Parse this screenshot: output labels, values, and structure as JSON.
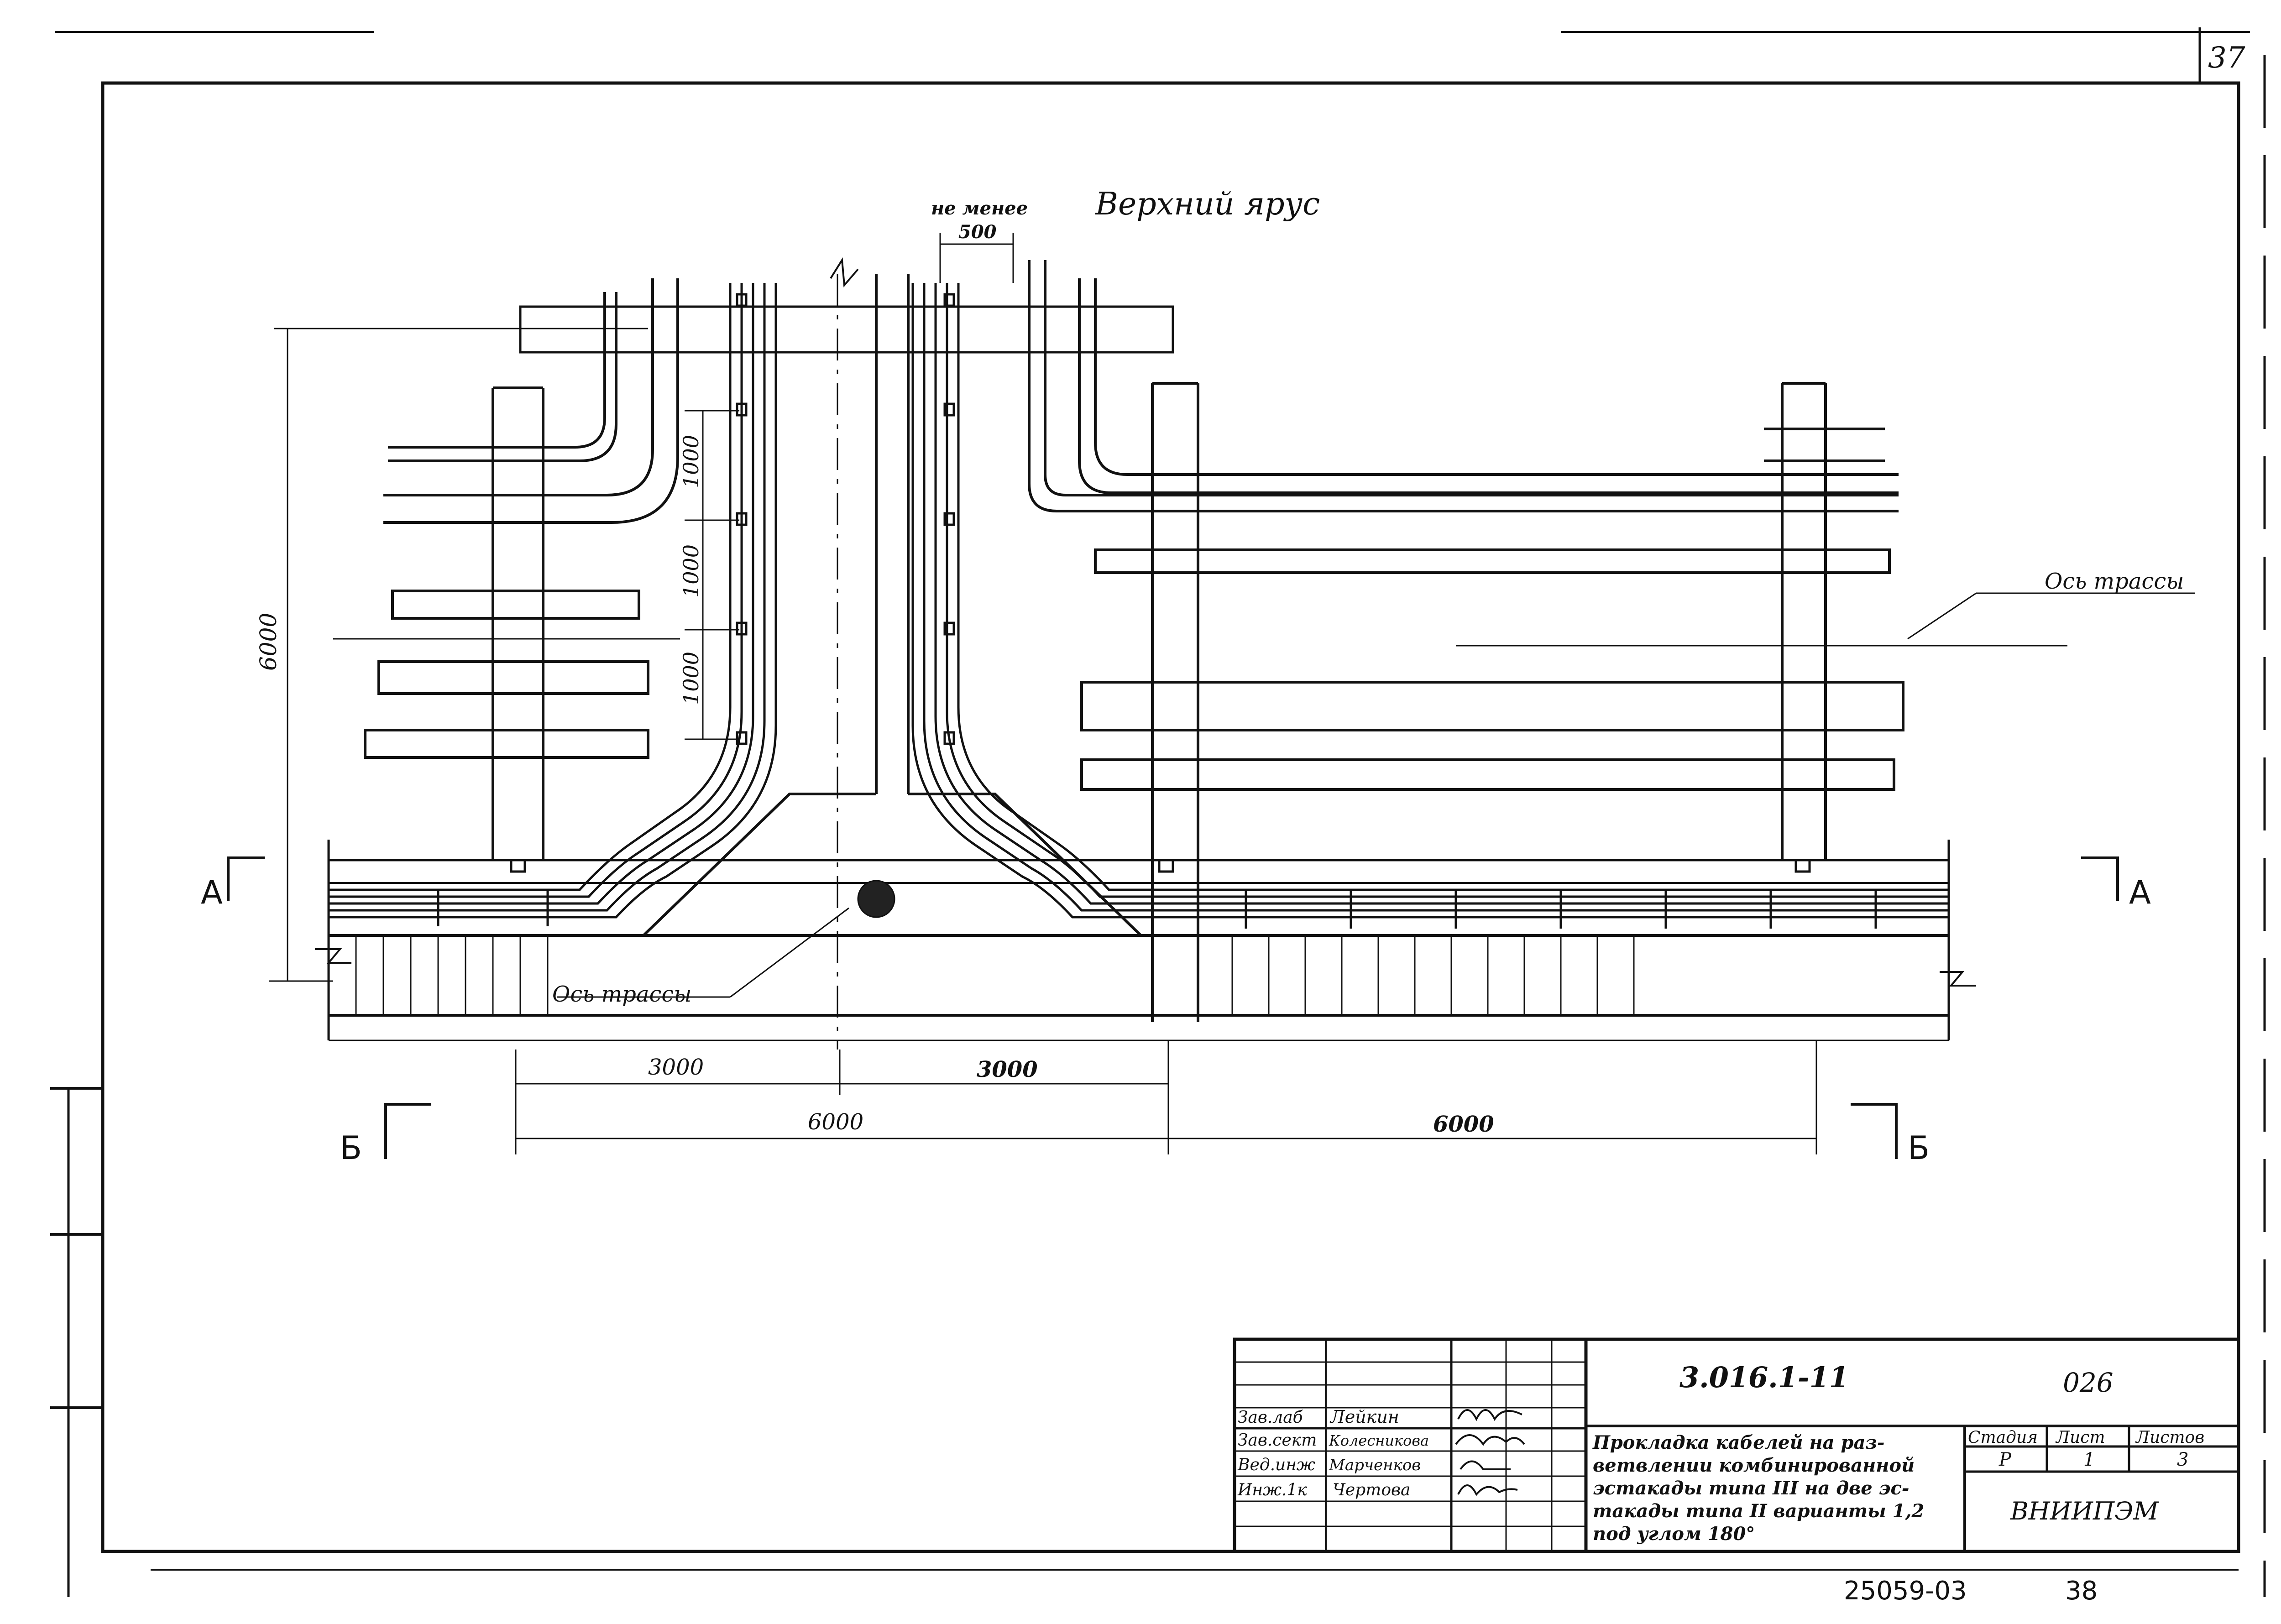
{
  "sheet": {
    "number": "37",
    "bottom_code": "25059-03",
    "bottom_page": "38"
  },
  "drawing": {
    "tier_label": "Верхний ярус",
    "min_note": "не менее",
    "min_value": "500",
    "axis_label_right": "Ось трассы",
    "axis_label_left": "Ось трассы",
    "dim_height": "6000",
    "dim_spacing": [
      "1000",
      "1000",
      "1000"
    ],
    "dim_half_left": "3000",
    "dim_half_right": "3000",
    "dim_span_left": "6000",
    "dim_span_right": "6000",
    "section_a": "А",
    "section_b": "Б"
  },
  "title_block": {
    "designation": "3.016.1-11",
    "code": "026",
    "description": "Прокладка кабелей на раз-ветвлении комбинированной эстакады типа III на две эстакады типа II варианты 1,2 под углом 180°",
    "stage_header": "Стадия",
    "sheet_header": "Лист",
    "sheets_header": "Листов",
    "stage": "Р",
    "sheet_no": "1",
    "sheets_total": "3",
    "organization": "ВНИИПЭМ",
    "staff": [
      {
        "role": "Зав.лаб",
        "name": "Лейкин"
      },
      {
        "role": "Зав.сект",
        "name": "Колесникова"
      },
      {
        "role": "Вед.инж",
        "name": "Марченков"
      },
      {
        "role": "Инж.1к",
        "name": "Чертова"
      }
    ]
  }
}
